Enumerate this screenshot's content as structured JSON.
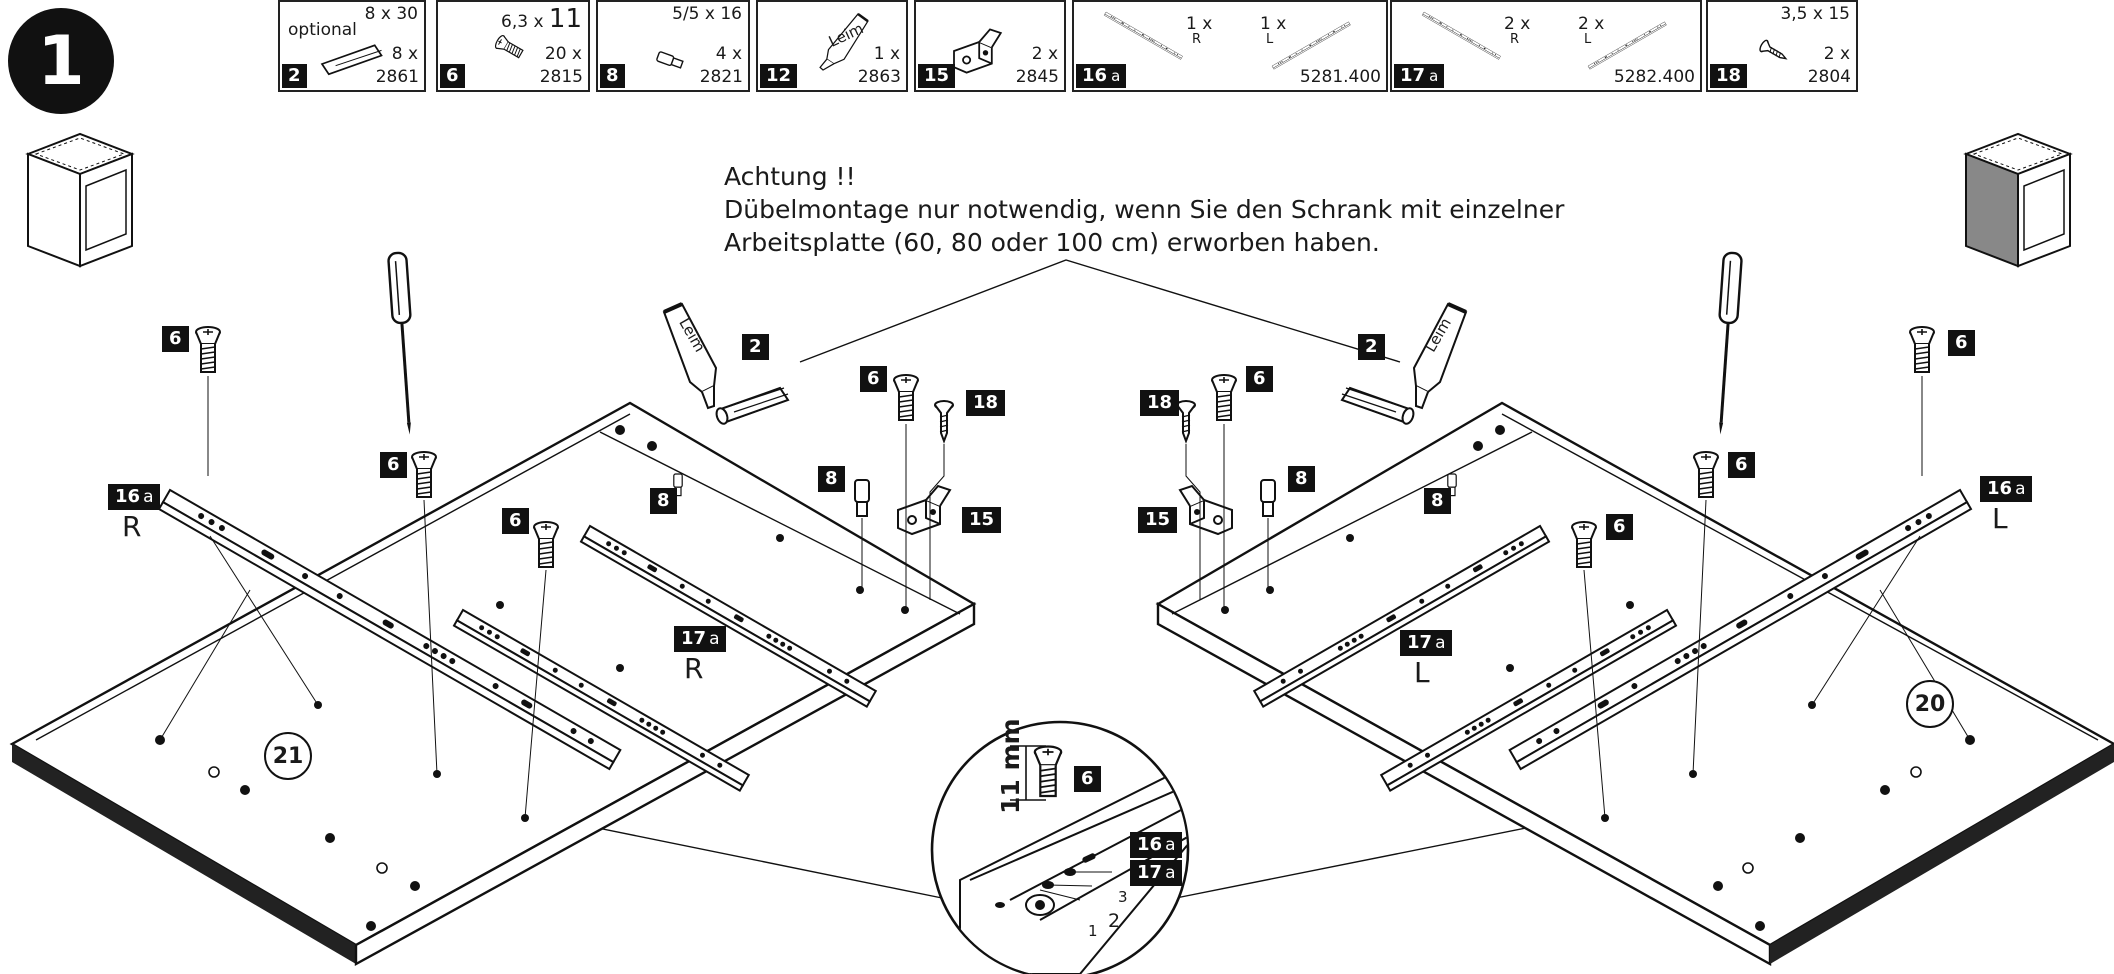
{
  "step": {
    "number": "1"
  },
  "parts": [
    {
      "id": "2",
      "suffix": "",
      "optional": "optional",
      "size": "8 x 30",
      "qty": "8 x",
      "code": "2861",
      "icon": "dowel-icon"
    },
    {
      "id": "6",
      "suffix": "",
      "size_small": "6,3 x",
      "size_big": "11",
      "qty": "20 x",
      "code": "2815",
      "icon": "euro-screw-icon"
    },
    {
      "id": "8",
      "suffix": "",
      "size": "5/5 x 16",
      "qty": "4 x",
      "code": "2821",
      "icon": "shelf-pin-icon"
    },
    {
      "id": "12",
      "suffix": "",
      "glue": "Leim",
      "qty": "1 x",
      "code": "2863",
      "icon": "glue-tube-icon"
    },
    {
      "id": "15",
      "suffix": "",
      "qty": "2 x",
      "code": "2845",
      "icon": "angle-bracket-icon"
    },
    {
      "id": "16",
      "suffix": "a",
      "qty_r": "1 x",
      "side_r": "R",
      "qty_l": "1 x",
      "side_l": "L",
      "code": "5281.400",
      "icon": "drawer-rail-icon"
    },
    {
      "id": "17",
      "suffix": "a",
      "qty_r": "2 x",
      "side_r": "R",
      "qty_l": "2 x",
      "side_l": "L",
      "code": "5282.400",
      "icon": "drawer-rail-icon"
    },
    {
      "id": "18",
      "suffix": "",
      "size": "3,5 x 15",
      "qty": "2 x",
      "code": "2804",
      "icon": "wood-screw-icon"
    }
  ],
  "note": {
    "line1": "Achtung !!",
    "line2": "Dübelmontage nur notwendig, wenn Sie den Schrank mit einzelner",
    "line3": "Arbeitsplatte (60, 80 oder 100 cm) erworben haben."
  },
  "left_panel": {
    "panel_number": "21",
    "labels": {
      "screw_top": "6",
      "screw_driver": "6",
      "screw_mid": "6",
      "screw_right": "6",
      "dowel": "2",
      "pin_a": "8",
      "pin_b": "8",
      "bracket": "15",
      "wood_screw": "18",
      "rail_outer": "16",
      "rail_outer_sfx": "a",
      "rail_outer_side": "R",
      "rail_inner": "17",
      "rail_inner_sfx": "a",
      "rail_inner_side": "R",
      "glue": "Leim"
    }
  },
  "right_panel": {
    "panel_number": "20",
    "labels": {
      "screw_top": "6",
      "screw_driver": "6",
      "screw_mid": "6",
      "screw_left": "6",
      "dowel": "2",
      "pin_a": "8",
      "pin_b": "8",
      "bracket": "15",
      "wood_screw": "18",
      "rail_outer": "16",
      "rail_outer_sfx": "a",
      "rail_outer_side": "L",
      "rail_inner": "17",
      "rail_inner_sfx": "a",
      "rail_inner_side": "L",
      "glue": "Leim"
    }
  },
  "detail": {
    "dimension": "11 mm",
    "screw": "6",
    "rail_a": "16",
    "rail_a_sfx": "a",
    "rail_b": "17",
    "rail_b_sfx": "a",
    "hole_1": "1",
    "hole_2": "2",
    "hole_3": "3"
  }
}
